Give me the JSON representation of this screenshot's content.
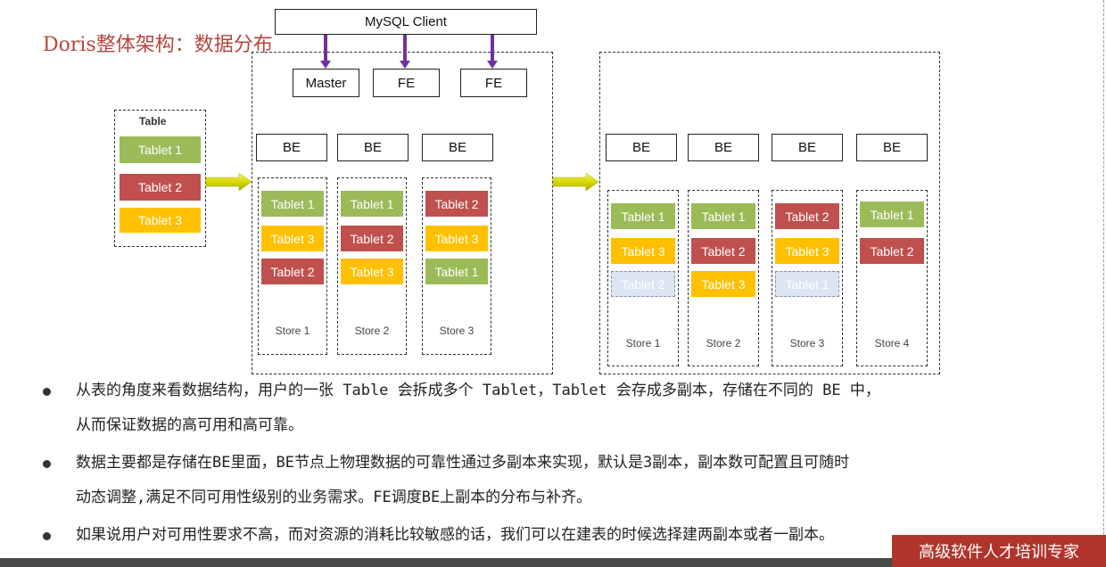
{
  "title": "Doris整体架构：数据分布",
  "client": "MySQL Client",
  "fe_nodes": [
    "Master",
    "FE",
    "FE"
  ],
  "table_label": "Table",
  "source_tablets": [
    {
      "label": "Tablet 1",
      "color": "#9bbb59"
    },
    {
      "label": "Tablet 2",
      "color": "#c0504d"
    },
    {
      "label": "Tablet 3",
      "color": "#ffc000"
    }
  ],
  "cluster1": {
    "be_label": "BE",
    "stores": [
      {
        "name": "Store 1",
        "tablets": [
          {
            "label": "Tablet 1",
            "color": "#9bbb59"
          },
          {
            "label": "Tablet 3",
            "color": "#ffc000"
          },
          {
            "label": "Tablet 2",
            "color": "#c0504d"
          }
        ]
      },
      {
        "name": "Store 2",
        "tablets": [
          {
            "label": "Tablet 1",
            "color": "#9bbb59"
          },
          {
            "label": "Tablet 2",
            "color": "#c0504d"
          },
          {
            "label": "Tablet 3",
            "color": "#ffc000"
          }
        ]
      },
      {
        "name": "Store 3",
        "tablets": [
          {
            "label": "Tablet 2",
            "color": "#c0504d"
          },
          {
            "label": "Tablet 3",
            "color": "#ffc000"
          },
          {
            "label": "Tablet 1",
            "color": "#9bbb59"
          }
        ]
      }
    ]
  },
  "cluster2": {
    "be_label": "BE",
    "stores": [
      {
        "name": "Store 1",
        "tablets": [
          {
            "label": "Tablet 1",
            "color": "#9bbb59"
          },
          {
            "label": "Tablet 3",
            "color": "#ffc000"
          },
          {
            "label": "Tablet 2",
            "color": "#dce6f2",
            "ghost": true
          }
        ]
      },
      {
        "name": "Store 2",
        "tablets": [
          {
            "label": "Tablet 1",
            "color": "#9bbb59"
          },
          {
            "label": "Tablet 2",
            "color": "#c0504d"
          },
          {
            "label": "Tablet 3",
            "color": "#ffc000"
          }
        ]
      },
      {
        "name": "Store 3",
        "tablets": [
          {
            "label": "Tablet 2",
            "color": "#c0504d"
          },
          {
            "label": "Tablet 3",
            "color": "#ffc000"
          },
          {
            "label": "Tablet 1",
            "color": "#dce6f2",
            "ghost": true
          }
        ]
      },
      {
        "name": "Store 4",
        "tablets": [
          {
            "label": "Tablet 1",
            "color": "#9bbb59"
          },
          {
            "label": "Tablet 2",
            "color": "#c0504d"
          }
        ]
      }
    ]
  },
  "bullets": [
    [
      "从表的角度来看数据结构，用户的一张 Table 会拆成多个 Tablet，Tablet 会存成多副本，存储在不同的 BE 中，",
      "从而保证数据的高可用和高可靠。"
    ],
    [
      "数据主要都是存储在BE里面，BE节点上物理数据的可靠性通过多副本来实现，默认是3副本，副本数可配置且可随时",
      "动态调整,满足不同可用性级别的业务需求。FE调度BE上副本的分布与补齐。"
    ],
    [
      "如果说用户对可用性要求不高，而对资源的消耗比较敏感的话，我们可以在建表的时候选择建两副本或者一副本。"
    ]
  ],
  "footer_badge": "高级软件人才培训专家",
  "colors": {
    "arrow_purple": "#7030a0",
    "arrow_yellow": "#d4d400"
  }
}
